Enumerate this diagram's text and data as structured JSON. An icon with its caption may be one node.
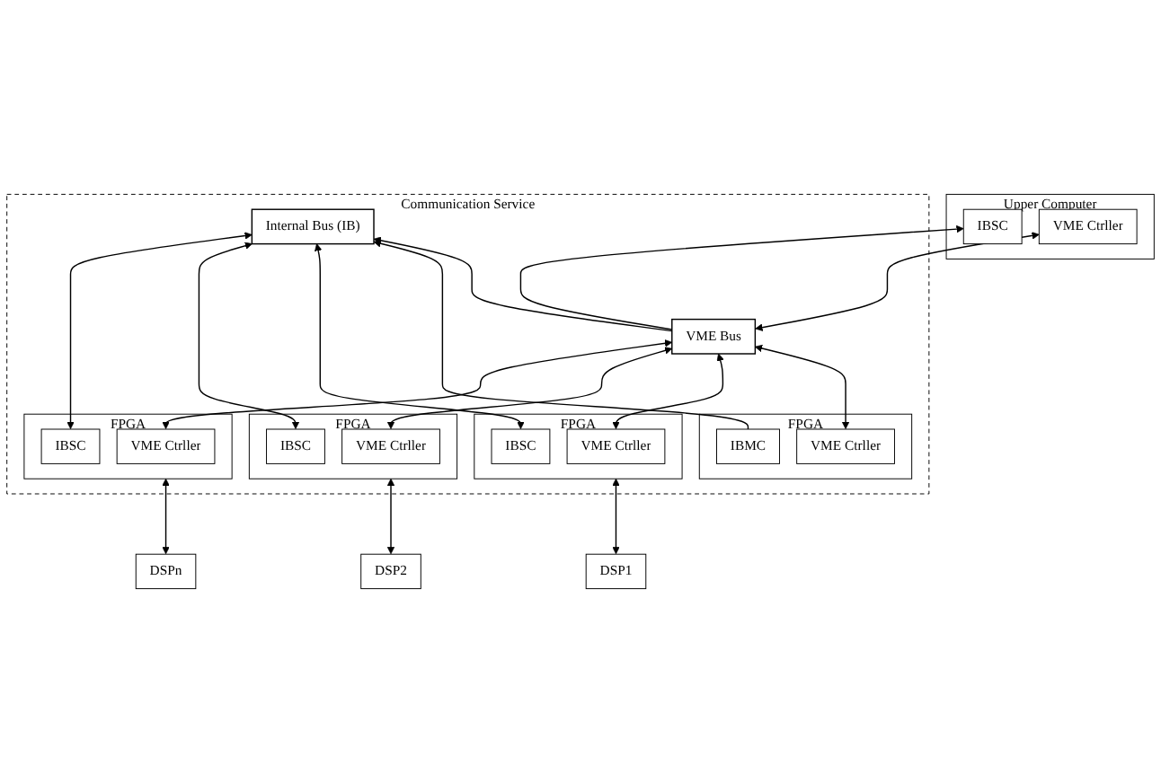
{
  "diagram": {
    "nodes": [
      {
        "text": [
          "Upper Computer"
        ]
      },
      {
        "text": [
          "IBSC"
        ],
        "in": 0
      },
      {
        "text": [
          "VME Ctrller"
        ],
        "in": 0
      },
      {
        "text": [
          "Communication Service"
        ]
      },
      {
        "text": [
          "VME Bus"
        ],
        "in": 3
      },
      {
        "text": [
          "Internal Bus (IB)"
        ],
        "in": 3
      },
      {
        "text": [
          "FPGA"
        ],
        "in": 3
      },
      {
        "text": [
          "VME Ctrller"
        ],
        "in": 6
      },
      {
        "text": [
          "IBMC"
        ],
        "in": 6
      },
      {
        "text": [
          "FPGA"
        ],
        "in": 3
      },
      {
        "text": [
          "VME Ctrller"
        ],
        "in": 9
      },
      {
        "text": [
          "IBSC"
        ],
        "in": 9
      },
      {
        "text": [
          "FPGA"
        ],
        "in": 3
      },
      {
        "text": [
          "VME Ctrller"
        ],
        "in": 12
      },
      {
        "text": [
          "IBSC"
        ],
        "in": 12
      },
      {
        "text": [
          "FPGA"
        ],
        "in": 3
      },
      {
        "text": [
          "VME Ctrller"
        ],
        "in": 15
      },
      {
        "text": [
          "IBSC"
        ],
        "in": 15
      },
      {
        "text": [
          "DSP1"
        ]
      },
      {
        "text": [
          "DSP2"
        ]
      },
      {
        "text": [
          "DSPn"
        ]
      }
    ],
    "edges": [
      {
        "from": 4,
        "to": 1,
        "arrow": "to"
      },
      {
        "from": 2,
        "to": 4,
        "arrow": "both"
      },
      {
        "from": 4,
        "to": 5,
        "arrow": "to"
      },
      {
        "from": 7,
        "to": 4,
        "arrow": "both"
      },
      {
        "from": 8,
        "to": 5,
        "arrow": "to"
      },
      {
        "from": 10,
        "to": 4,
        "arrow": "both"
      },
      {
        "from": 11,
        "to": 5,
        "arrow": "both"
      },
      {
        "from": 13,
        "to": 4,
        "arrow": "both"
      },
      {
        "from": 14,
        "to": 5,
        "arrow": "both"
      },
      {
        "from": 16,
        "to": 4,
        "arrow": "both"
      },
      {
        "from": 17,
        "to": 5,
        "arrow": "both"
      },
      {
        "from": 9,
        "to": 18,
        "arrow": "both"
      },
      {
        "from": 12,
        "to": 19,
        "arrow": "both"
      },
      {
        "from": 15,
        "to": 20,
        "arrow": "both"
      }
    ]
  }
}
